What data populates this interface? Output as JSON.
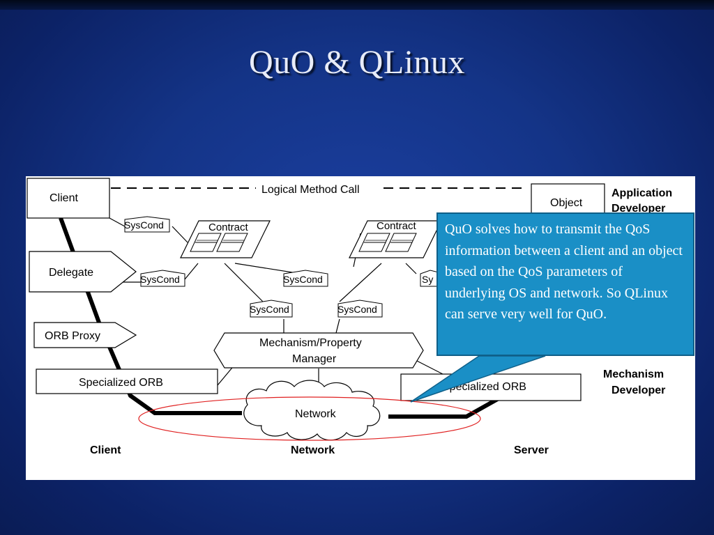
{
  "slide": {
    "title": "QuO & QLinux"
  },
  "diagram": {
    "top_call": "Logical Method Call",
    "client_box": "Client",
    "object_box": "Object",
    "delegate": "Delegate",
    "orb_proxy": "ORB Proxy",
    "specialized_orb_left": "Specialized ORB",
    "specialized_orb_right": "Specialized ORB",
    "contract_left": "Contract",
    "contract_right": "Contract",
    "syscond_labels": [
      "SysCond",
      "SysCond",
      "SysCond",
      "SysCond",
      "SysCond",
      "Sy"
    ],
    "mechanism_line1": "Mechanism/Property",
    "mechanism_line2": "Manager",
    "network_cloud": "Network",
    "role_app_line1": "Application",
    "role_app_line2": "Developer",
    "role_mech_line1": "Mechanism",
    "role_mech_line2": "Developer",
    "bottom_client": "Client",
    "bottom_network": "Network",
    "bottom_server": "Server"
  },
  "callout": {
    "text": "QuO solves how to transmit the QoS information between a client and an object based on the QoS parameters of underlying OS and network. So QLinux can serve very well for QuO."
  },
  "colors": {
    "callout_bg": "#1a8fc6",
    "highlight_ellipse": "#e02020",
    "slide_bg": "#143487"
  }
}
